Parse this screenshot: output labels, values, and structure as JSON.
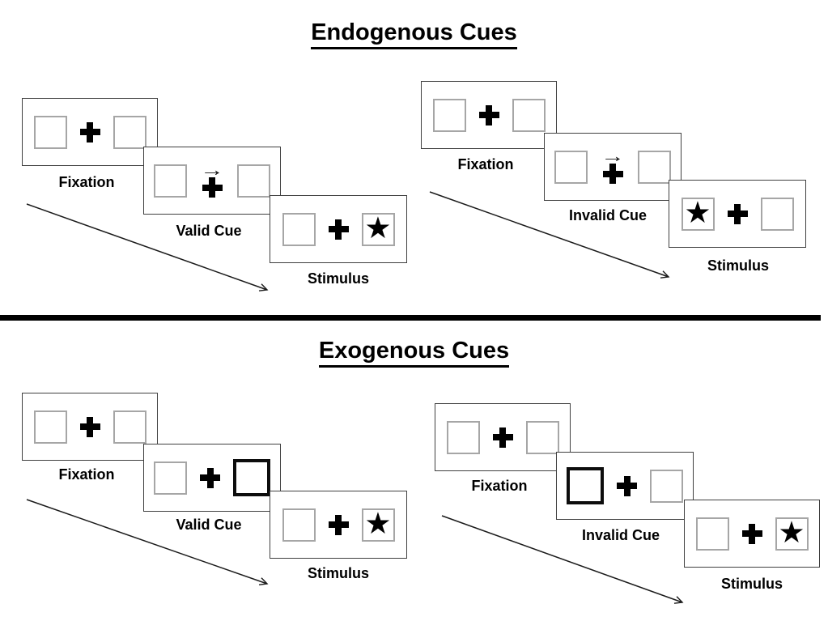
{
  "titles": {
    "endogenous": "Endogenous Cues",
    "exogenous": "Exogenous Cues"
  },
  "glyphs": {
    "star": "★",
    "cue_arrow": "→"
  },
  "colors": {
    "ink": "#000000",
    "panel_border": "#404040",
    "placeholder_box_border": "#a6a6a6",
    "bold_cue_box_border": "#0d0d0d",
    "background": "#ffffff"
  },
  "sequences": {
    "endogenous_valid": {
      "panels": [
        {
          "label": "Fixation",
          "left_box": "empty",
          "right_box": "empty",
          "cue": "none"
        },
        {
          "label": "Valid Cue",
          "left_box": "empty",
          "right_box": "empty",
          "cue": "central-arrow-pointing-right"
        },
        {
          "label": "Stimulus",
          "left_box": "empty",
          "right_box": "star",
          "cue": "none"
        }
      ]
    },
    "endogenous_invalid": {
      "panels": [
        {
          "label": "Fixation",
          "left_box": "empty",
          "right_box": "empty",
          "cue": "none"
        },
        {
          "label": "Invalid Cue",
          "left_box": "empty",
          "right_box": "empty",
          "cue": "central-arrow-pointing-right"
        },
        {
          "label": "Stimulus",
          "left_box": "star",
          "right_box": "empty",
          "cue": "none"
        }
      ]
    },
    "exogenous_valid": {
      "panels": [
        {
          "label": "Fixation",
          "left_box": "empty",
          "right_box": "empty",
          "cue": "none"
        },
        {
          "label": "Valid Cue",
          "left_box": "empty",
          "right_box": "highlighted-bold",
          "cue": "peripheral-box-right"
        },
        {
          "label": "Stimulus",
          "left_box": "empty",
          "right_box": "star",
          "cue": "none"
        }
      ]
    },
    "exogenous_invalid": {
      "panels": [
        {
          "label": "Fixation",
          "left_box": "empty",
          "right_box": "empty",
          "cue": "none"
        },
        {
          "label": "Invalid Cue",
          "left_box": "highlighted-bold",
          "right_box": "empty",
          "cue": "peripheral-box-left"
        },
        {
          "label": "Stimulus",
          "left_box": "empty",
          "right_box": "star",
          "cue": "none"
        }
      ]
    }
  }
}
